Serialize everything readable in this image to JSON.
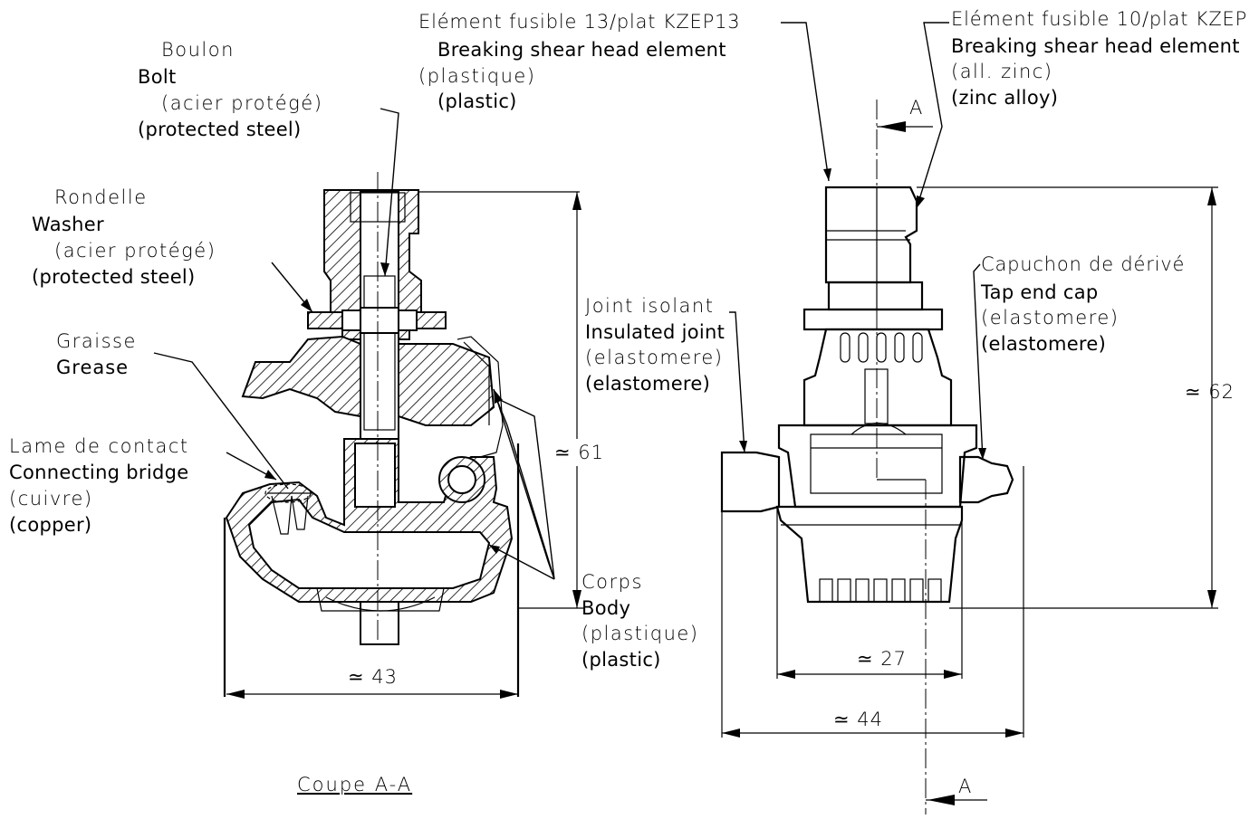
{
  "labels": {
    "bolt": {
      "fr": "Boulon",
      "en": "Bolt",
      "mat_fr": "(acier protégé)",
      "mat_en": "(protected steel)"
    },
    "washer": {
      "fr": "Rondelle",
      "en": "Washer",
      "mat_fr": "(acier protégé)",
      "mat_en": "(protected steel)"
    },
    "grease": {
      "fr": "Graisse",
      "en": "Grease"
    },
    "contact": {
      "fr": "Lame de contact",
      "en": "Connecting bridge",
      "mat_fr": "(cuivre)",
      "mat_en": "(copper)"
    },
    "fuse13": {
      "fr": "Elément fusible 13/plat KZEP13",
      "en": "Breaking shear head element",
      "mat_fr": "(plastique)",
      "mat_en": "(plastic)"
    },
    "fuse10": {
      "fr": "Elément fusible 10/plat KZEP",
      "en": "Breaking shear head element",
      "mat_fr": "(all. zinc)",
      "mat_en": "(zinc alloy)"
    },
    "joint": {
      "fr": "Joint isolant",
      "en": "Insulated joint",
      "mat_fr": "(elastomere)",
      "mat_en": "(elastomere)"
    },
    "cap": {
      "fr": "Capuchon de dérivé",
      "en": "Tap end cap",
      "mat_fr": "(elastomere)",
      "mat_en": "(elastomere)"
    },
    "body": {
      "fr": "Corps",
      "en": "Body",
      "mat_fr": "(plastique)",
      "mat_en": "(plastic)"
    }
  },
  "dimensions": {
    "h_left": "≃ 61",
    "w_left": "≃ 43",
    "h_right": "≃ 62",
    "w_inner": "≃ 27",
    "w_outer": "≃ 44"
  },
  "section": {
    "marker": "A",
    "caption": "Coupe A-A"
  }
}
